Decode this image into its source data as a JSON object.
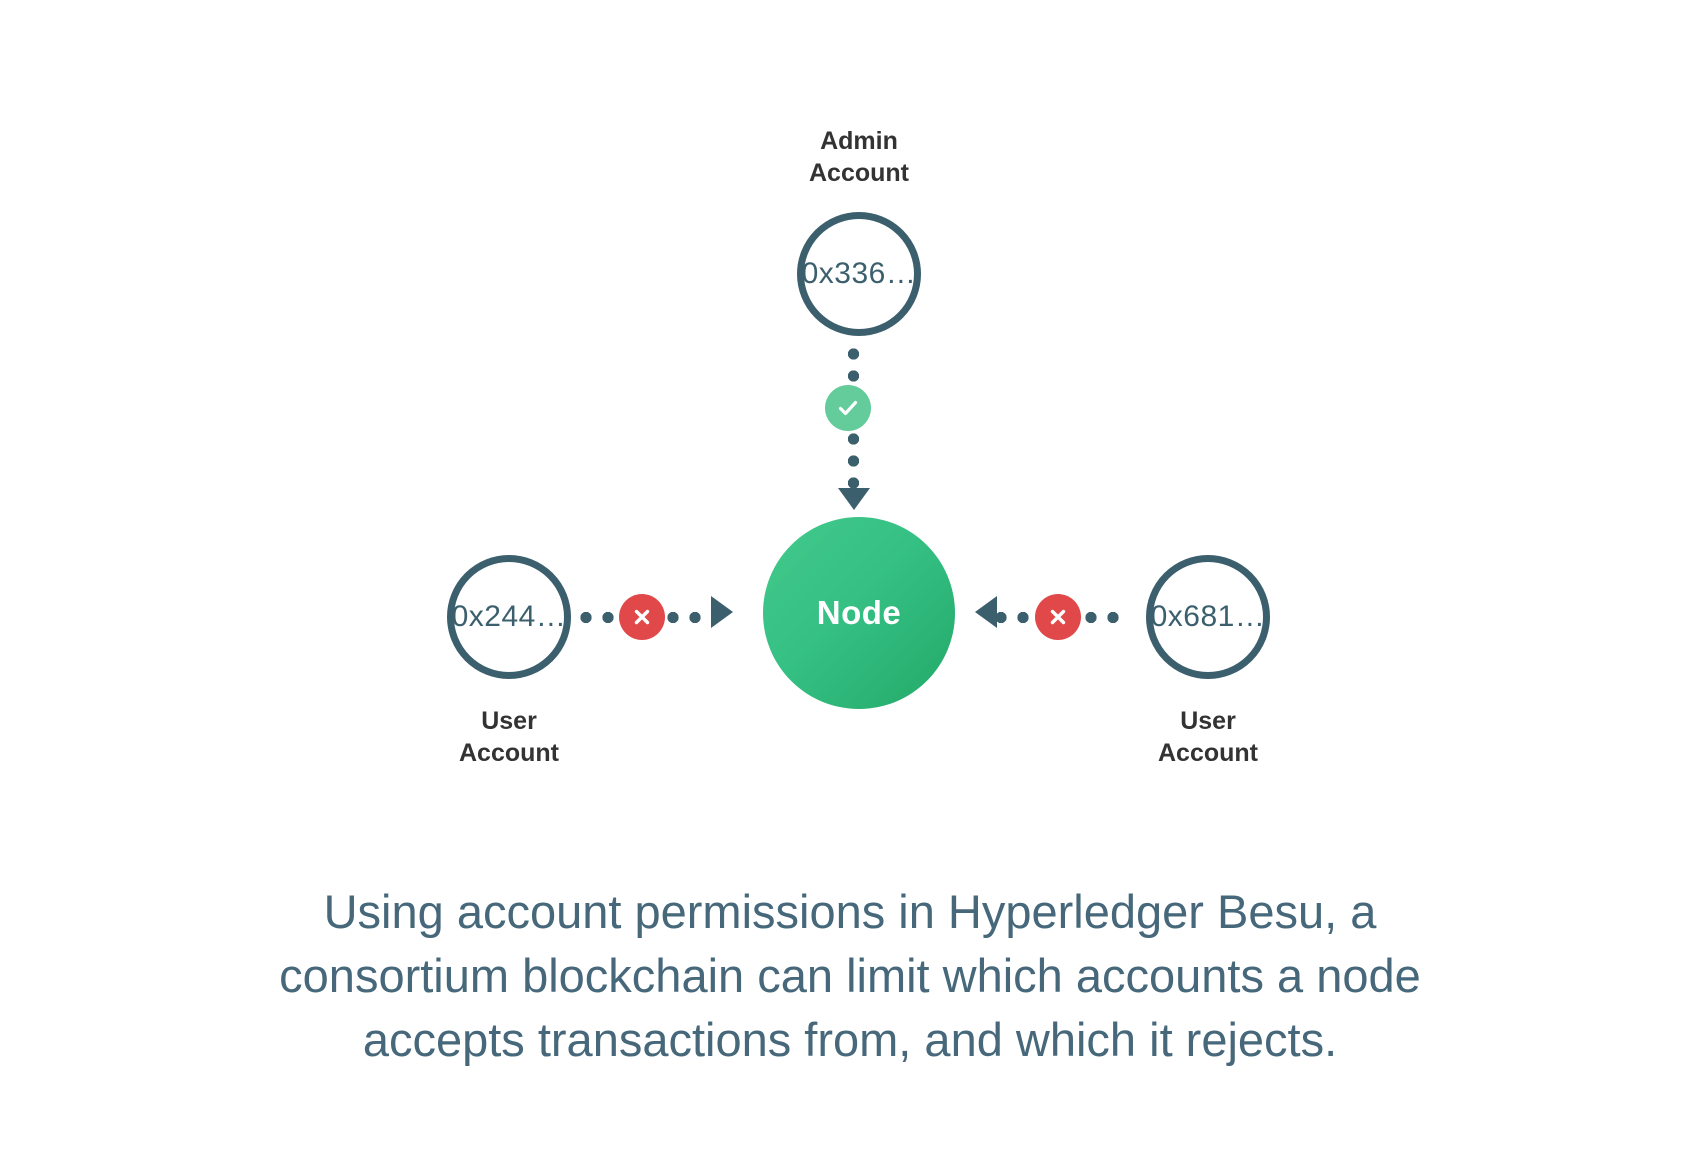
{
  "diagram": {
    "title_colors": {
      "stroke": "#3C5F6E",
      "node_green_light": "#44C98C",
      "node_green_dark": "#23A968",
      "allow_green": "#63CC9A",
      "deny_red": "#E0484A",
      "label_dark": "#333333",
      "caption_blue": "#46687A"
    },
    "accounts": {
      "admin": {
        "label": "Admin\nAccount",
        "address": "0x336…"
      },
      "user_left": {
        "label": "User\nAccount",
        "address": "0x244…"
      },
      "user_right": {
        "label": "User\nAccount",
        "address": "0x681…"
      }
    },
    "node": {
      "label": "Node"
    },
    "connections": [
      {
        "from": "admin",
        "to": "node",
        "status": "allowed",
        "badge_icon": "check-icon",
        "direction": "down"
      },
      {
        "from": "user_left",
        "to": "node",
        "status": "rejected",
        "badge_icon": "close-icon",
        "direction": "right"
      },
      {
        "from": "user_right",
        "to": "node",
        "status": "rejected",
        "badge_icon": "close-icon",
        "direction": "left"
      }
    ]
  },
  "caption": {
    "line1": "Using account permissions in Hyperledger Besu, a",
    "line2": "consortium blockchain can limit which accounts a node",
    "line3": "accepts transactions from, and which it rejects."
  }
}
